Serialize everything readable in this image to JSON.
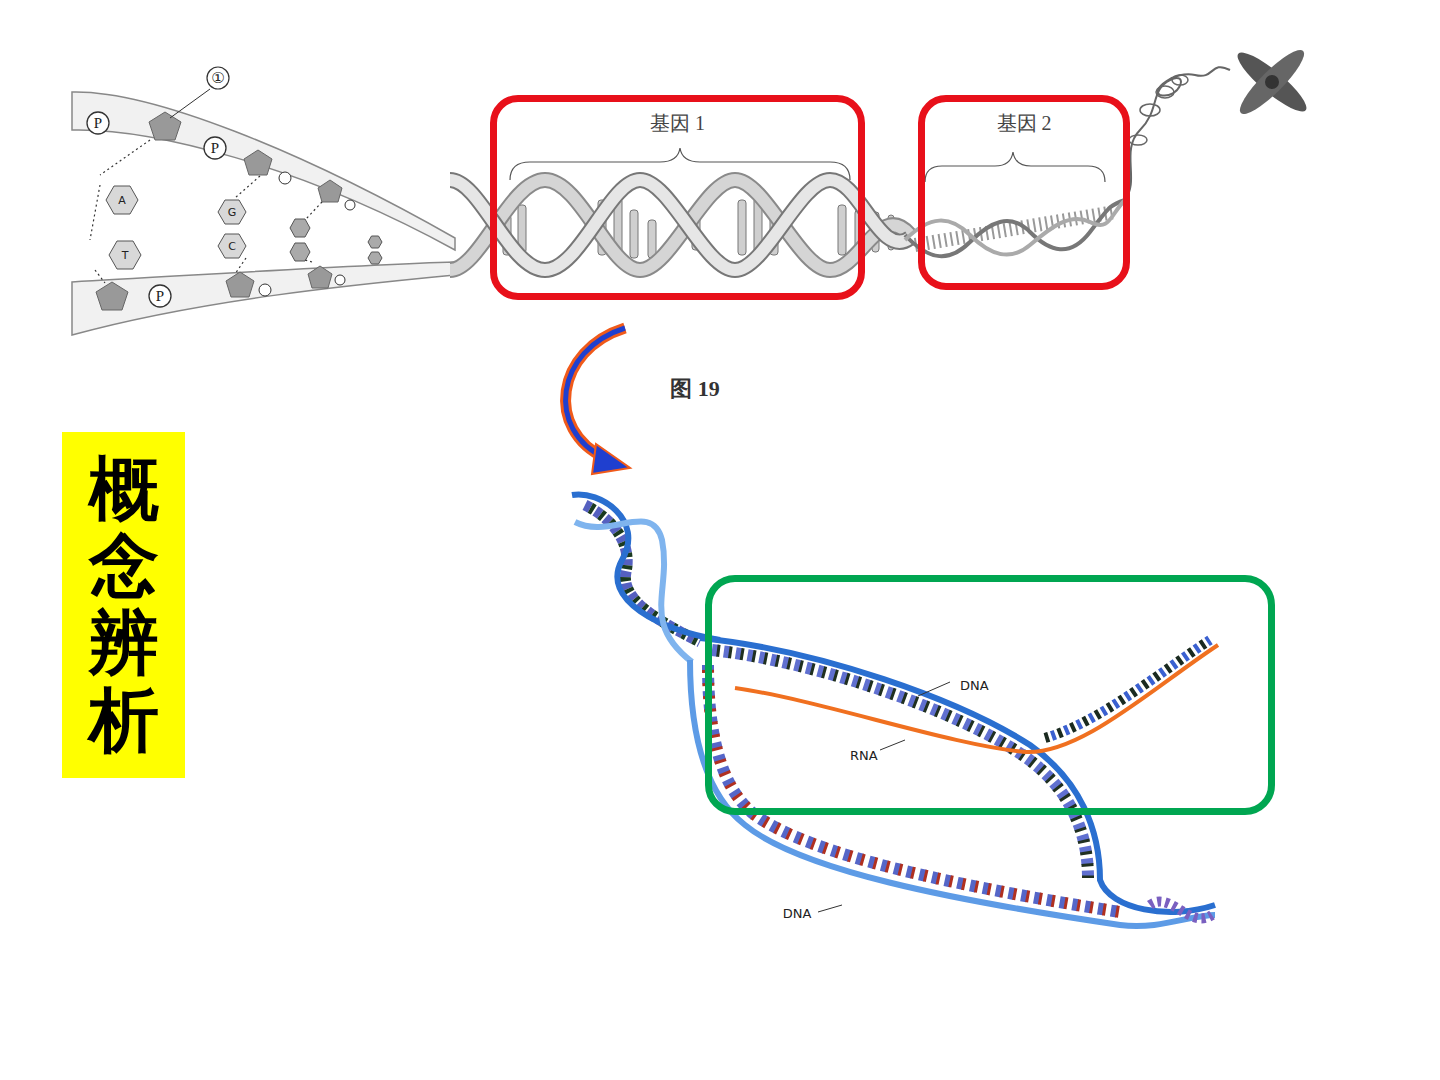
{
  "diagram": {
    "caption": "图 19",
    "nodes": [
      {
        "text": [
          "基因 1"
        ]
      },
      {
        "text": [
          "基因 2"
        ]
      },
      {
        "text": [
          "概念辨析"
        ]
      },
      {
        "text": [
          "DNA",
          "RNA"
        ]
      }
    ],
    "labels": [
      "①",
      "P",
      "P",
      "P",
      "A",
      "T",
      "G",
      "C",
      "DNA"
    ]
  }
}
